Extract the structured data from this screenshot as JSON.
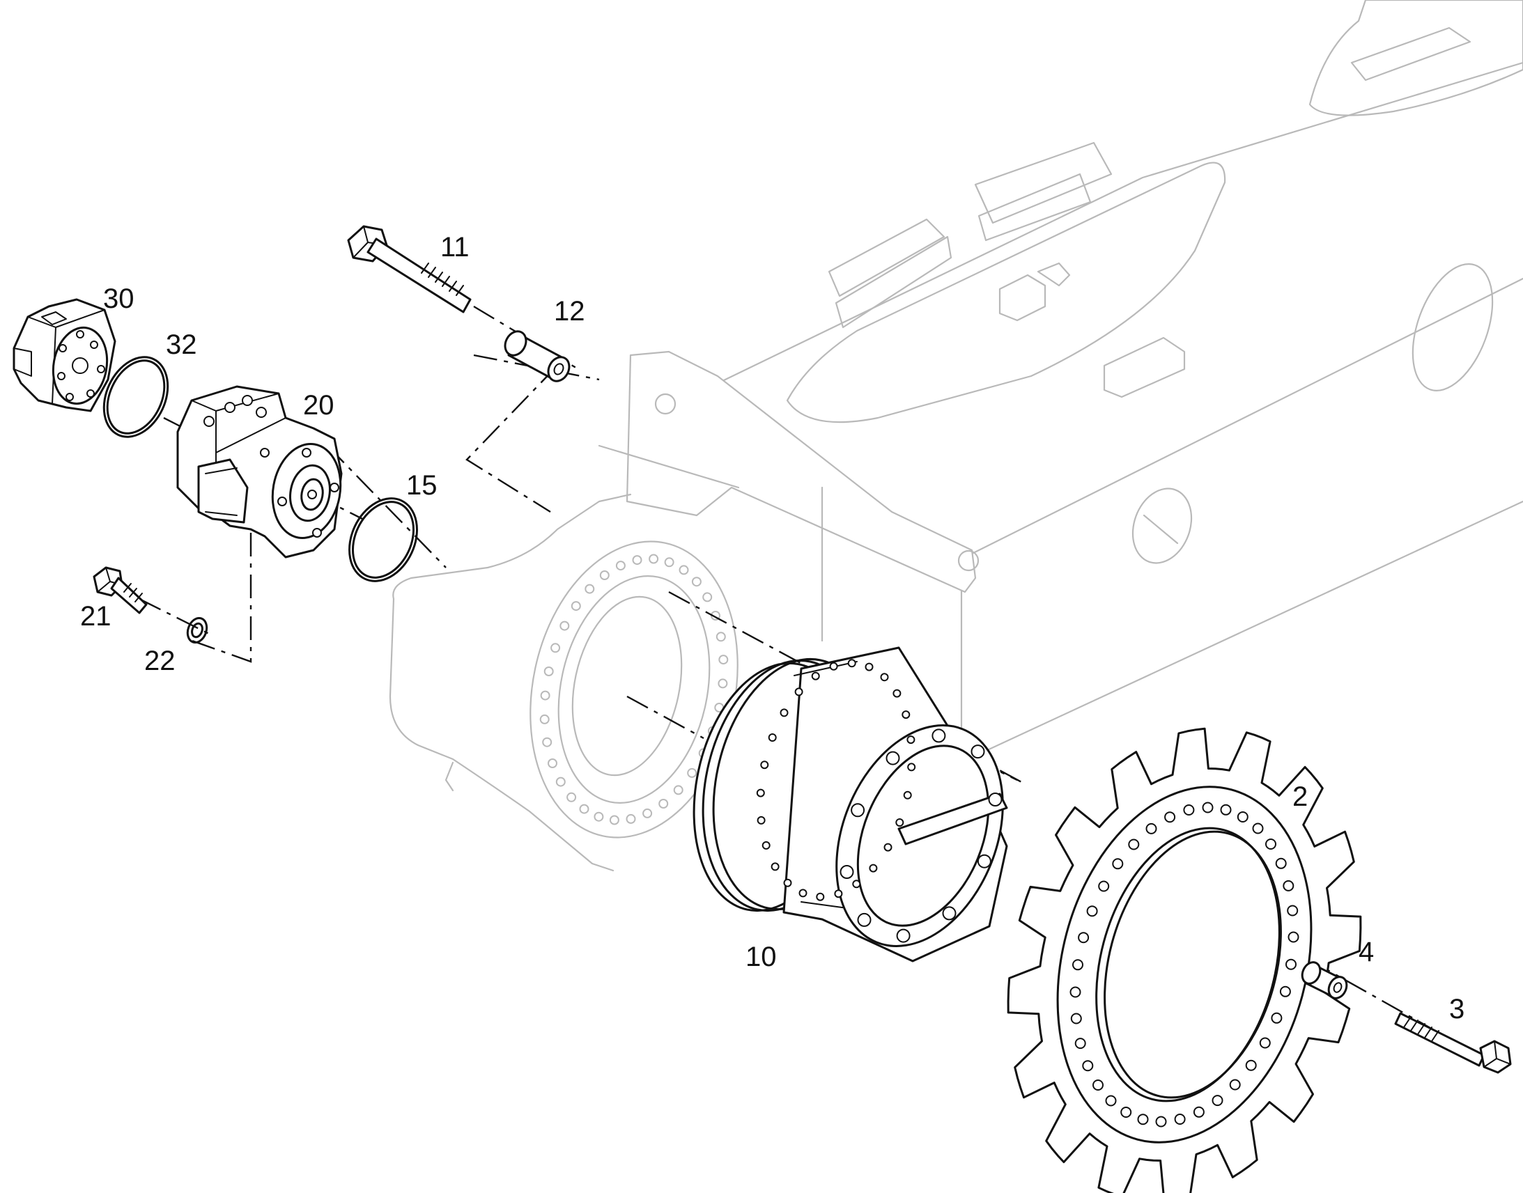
{
  "callouts": {
    "c2": "2",
    "c3": "3",
    "c4": "4",
    "c10": "10",
    "c11": "11",
    "c12": "12",
    "c15": "15",
    "c20": "20",
    "c21": "21",
    "c22": "22",
    "c30": "30",
    "c32": "32"
  },
  "colors": {
    "background": "#ffffff",
    "part_ink": "#111111",
    "context_frame": "#b9b9b9"
  }
}
